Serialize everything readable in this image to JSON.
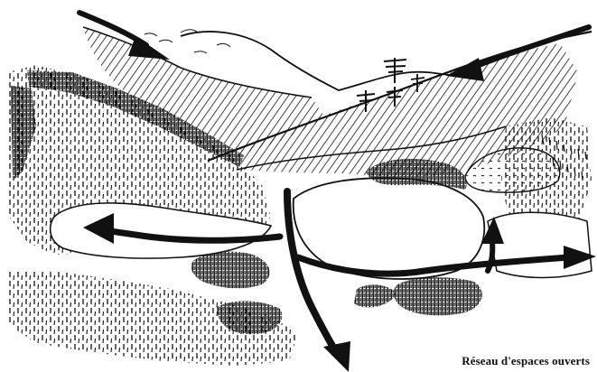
{
  "caption": {
    "text": "Réseau d'espaces ouverts"
  },
  "illustration": {
    "style": "black ink pen sketch",
    "ink_color": "#111111",
    "paper_color": "#ffffff",
    "arrows": [
      "arrow-top-left",
      "arrow-top-right",
      "arrow-west",
      "arrow-south",
      "arrow-east",
      "arrow-north"
    ]
  }
}
